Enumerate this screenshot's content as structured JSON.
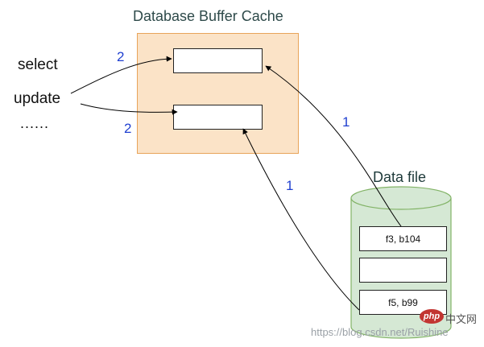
{
  "diagram": {
    "cache_title": "Database Buffer Cache",
    "statements": [
      "select",
      "update",
      "......"
    ],
    "step_labels": {
      "read_select": "2",
      "read_update": "2",
      "load_upper": "1",
      "load_lower": "1"
    },
    "datafile_title": "Data file",
    "blocks": [
      "f3, b104",
      "",
      "f5, b99"
    ]
  },
  "watermark": {
    "logo_text": "php",
    "site_text": "中文网",
    "url": "https://blog.csdn.net/Ruishine"
  },
  "colors": {
    "cache_fill": "#fbe3c7",
    "cache_border": "#e8a45a",
    "cylinder_fill": "#d5e8d4",
    "cylinder_border": "#82b366",
    "step_number": "#1f3fd0"
  }
}
